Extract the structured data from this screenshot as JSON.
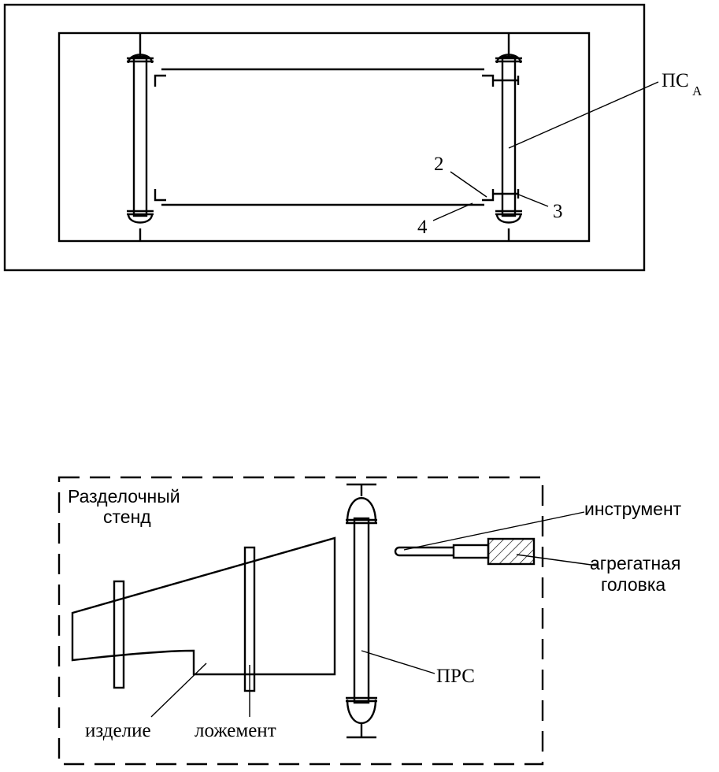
{
  "top": {
    "label_ps": "ПС",
    "label_ps_sub": "А",
    "label_2": "2",
    "label_3": "3",
    "label_4": "4"
  },
  "bottom": {
    "stand_line1": "Разделочный",
    "stand_line2": "стенд",
    "instrument": "инструмент",
    "head_line1": "агрегатная",
    "head_line2": "головка",
    "prs": "ПРС",
    "product": "изделие",
    "cradle": "ложемент"
  }
}
